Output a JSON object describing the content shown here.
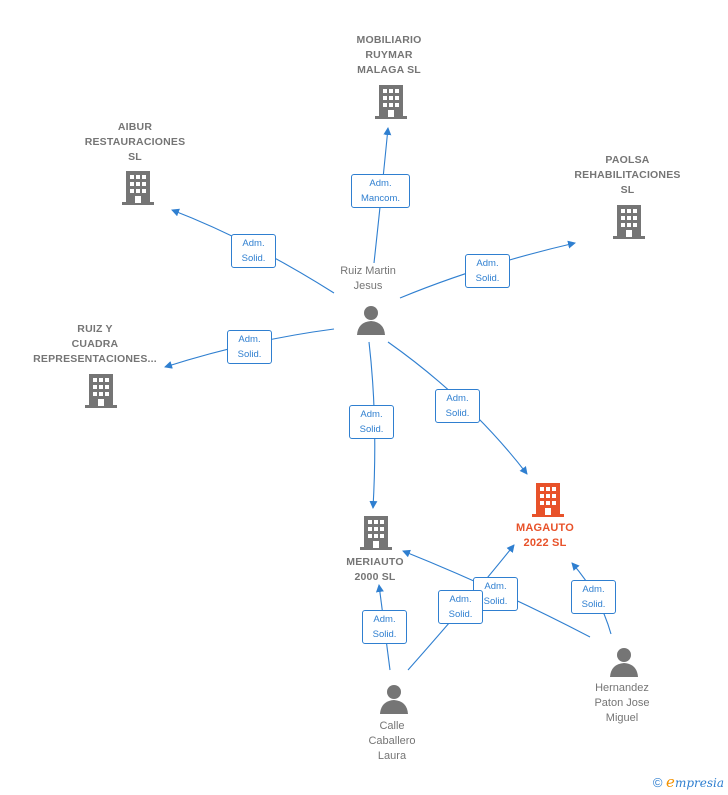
{
  "colors": {
    "edge": "#2f7fd0",
    "node_gray": "#757575",
    "focus": "#e8522a"
  },
  "nodes": {
    "mobiliario": {
      "label": "MOBILIARIO\nRUYMAR\nMALAGA SL",
      "icon": "building-icon"
    },
    "aibur": {
      "label": "AIBUR\nRESTAURACIONES\nSL",
      "icon": "building-icon"
    },
    "paolsa": {
      "label": "PAOLSA\nREHABILITACIONES\nSL",
      "icon": "building-icon"
    },
    "ruiz_y_cuadra": {
      "label": "RUIZ Y\nCUADRA\nREPRESENTACIONES...",
      "icon": "building-icon"
    },
    "meriauto": {
      "label": "MERIAUTO\n2000  SL",
      "icon": "building-icon"
    },
    "magauto": {
      "label": "MAGAUTO\n2022  SL",
      "icon": "building-icon"
    },
    "ruiz_martin": {
      "label": "Ruiz Martin\nJesus",
      "icon": "person-icon"
    },
    "calle": {
      "label": "Calle\nCaballero\nLaura",
      "icon": "person-icon"
    },
    "hernandez": {
      "label": "Hernandez\nPaton Jose\nMiguel",
      "icon": "person-icon"
    }
  },
  "edges": {
    "e1": {
      "label": "Adm.\nMancom."
    },
    "e2": {
      "label": "Adm.\nSolid."
    },
    "e3": {
      "label": "Adm.\nSolid."
    },
    "e4": {
      "label": "Adm.\nSolid."
    },
    "e5": {
      "label": "Adm.\nSolid."
    },
    "e6": {
      "label": "Adm.\nSolid."
    },
    "e7": {
      "label": "Adm.\nSolid."
    },
    "e8": {
      "label": "Adm.\nSolid."
    },
    "e9": {
      "label": "Adm.\nSolid."
    },
    "e10": {
      "label": "Adm.\nSolid."
    }
  },
  "footer": {
    "copyright": "©",
    "brand_initial": "e",
    "brand_rest": "mpresia"
  }
}
